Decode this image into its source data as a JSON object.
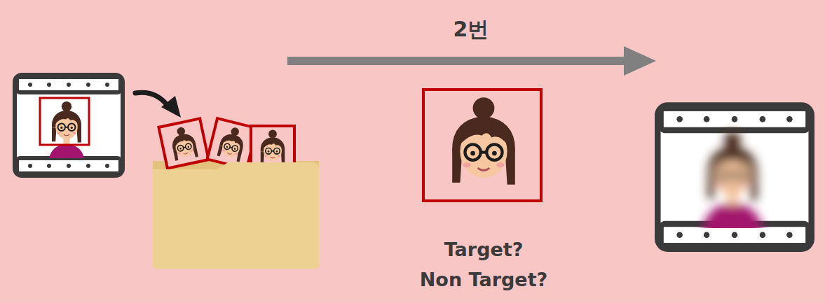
{
  "diagram": {
    "labels": [
      "2번",
      "Target?",
      "Non Target?"
    ]
  }
}
